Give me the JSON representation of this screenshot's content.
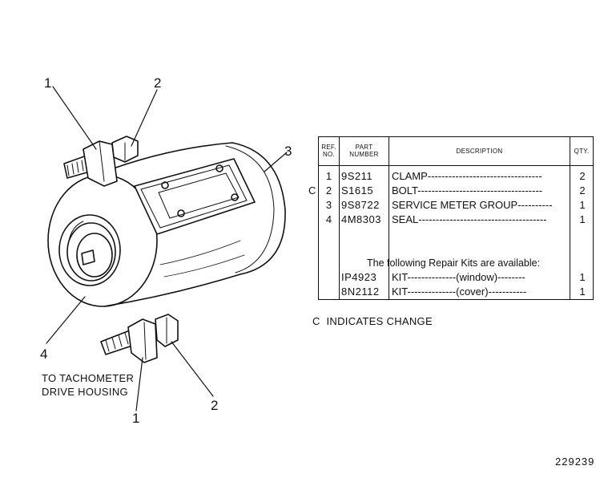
{
  "callouts": {
    "c1_top": "1",
    "c2_top": "2",
    "c3": "3",
    "c4": "4",
    "c1_bottom": "1",
    "c2_bottom": "2"
  },
  "drawing_note": {
    "line1": "TO TACHOMETER",
    "line2": "DRIVE HOUSING"
  },
  "table": {
    "headers": {
      "ref_line1": "REF.",
      "ref_line2": "NO.",
      "part_line1": "PART",
      "part_line2": "NUMBER",
      "description": "DESCRIPTION",
      "qty": "QTY."
    },
    "rows": [
      {
        "ref": "1",
        "part": "9S211",
        "desc": "CLAMP---------------------------------",
        "qty": "2"
      },
      {
        "ref": "2",
        "part": "S1615",
        "desc": "BOLT------------------------------------",
        "qty": "2"
      },
      {
        "ref": "3",
        "part": "9S8722",
        "desc": "SERVICE METER GROUP----------",
        "qty": "1"
      },
      {
        "ref": "4",
        "part": "4M8303",
        "desc": "SEAL-------------------------------------",
        "qty": "1"
      }
    ],
    "kits_note": "The following Repair Kits are available:",
    "kits": [
      {
        "part": "IP4923",
        "desc": "KIT--------------(window)--------",
        "qty": "1"
      },
      {
        "part": "8N2112",
        "desc": "KIT--------------(cover)-----------",
        "qty": "1"
      }
    ]
  },
  "change_mark": "C",
  "change_note": "C  INDICATES CHANGE",
  "figure_number": "229239"
}
